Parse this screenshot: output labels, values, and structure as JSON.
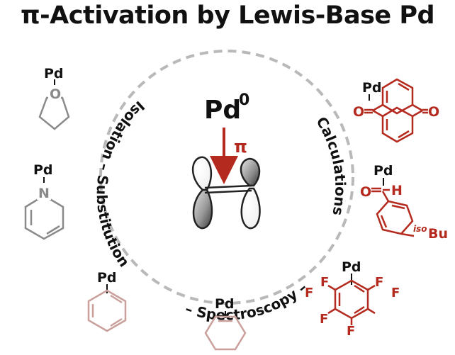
{
  "title": "π-Activation by Lewis-Base Pd",
  "colors": {
    "accent": "#b52a1e",
    "dashed_circle": "#b9b9b9",
    "gray_structure": "#8a8a8a",
    "pink_structure": "#c9a09c",
    "text": "#111111"
  },
  "center": {
    "metal": "Pd",
    "oxidation_state": "0",
    "pi_label": "π"
  },
  "ring_text": {
    "left_words": [
      "Isolation",
      "–",
      "Substitution"
    ],
    "bottom": [
      "–",
      "Spectroscopy",
      "–"
    ],
    "right_word": "Calculations"
  },
  "ligands_gray": [
    {
      "name": "thf",
      "metal": "Pd",
      "heteroatom": "O"
    },
    {
      "name": "pyridine",
      "metal": "Pd",
      "heteroatom": "N"
    },
    {
      "name": "benzene",
      "metal": "Pd"
    },
    {
      "name": "cyclohexene",
      "metal": "Pd"
    }
  ],
  "ligands_red": [
    {
      "name": "anthraquinone",
      "metal": "Pd",
      "atoms": [
        "O",
        "O"
      ]
    },
    {
      "name": "benzaldehyde",
      "metal": "Pd",
      "atoms": [
        "O",
        "H"
      ],
      "substituent_prefix": "iso",
      "substituent": "Bu"
    },
    {
      "name": "hexafluorobenzene",
      "metal": "Pd",
      "atoms": [
        "F",
        "F",
        "F",
        "F",
        "F",
        "F"
      ]
    }
  ]
}
